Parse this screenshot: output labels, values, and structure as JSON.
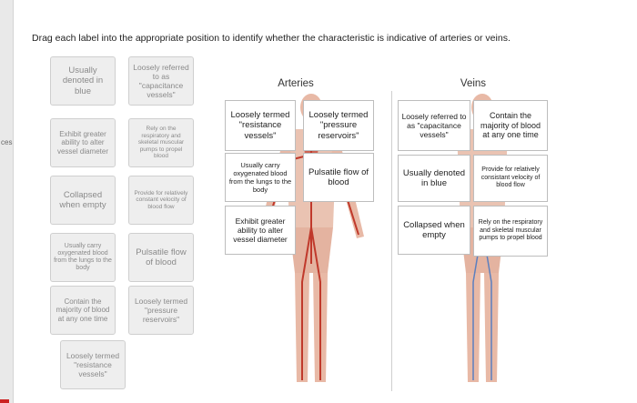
{
  "sidebar": {
    "edge_text": "ces"
  },
  "instructions": "Drag each label into the appropriate position to identify whether the characteristic is indicative of arteries or veins.",
  "bank": [
    {
      "text": "Usually denoted in blue"
    },
    {
      "text": "Loosely referred to as \"capacitance vessels\""
    },
    {
      "text": "Exhibit greater ability to alter vessel diameter"
    },
    {
      "text": "Rely on the respiratory and skeletal muscular pumps to propel blood"
    },
    {
      "text": "Collapsed when empty"
    },
    {
      "text": "Provide for relatively constant velocity of blood flow"
    },
    {
      "text": "Usually carry oxygenated blood from the lungs to the body"
    },
    {
      "text": "Pulsatile flow of blood"
    },
    {
      "text": "Contain the majority of blood at any one time"
    },
    {
      "text": "Loosely termed \"pressure reservoirs\""
    },
    {
      "text": "Loosely termed \"resistance vessels\""
    }
  ],
  "arteries": {
    "title": "Arteries",
    "slots": [
      {
        "text": "Loosely termed \"resistance vessels\""
      },
      {
        "text": "Loosely termed \"pressure reservoirs\""
      },
      {
        "text": "Usually carry oxygenated blood from the lungs to the body"
      },
      {
        "text": "Pulsatile flow of blood"
      },
      {
        "text": "Exhibit greater ability to alter vessel diameter"
      }
    ]
  },
  "veins": {
    "title": "Veins",
    "slots": [
      {
        "text": "Loosely referred to as \"capacitance vessels\""
      },
      {
        "text": "Contain the majority of blood at any one time"
      },
      {
        "text": "Usually denoted in blue"
      },
      {
        "text": "Provide for relatively consistant velocity of blood flow"
      },
      {
        "text": "Collapsed when empty"
      },
      {
        "text": "Rely on the respiratory and skeletal muscular pumps to propel blood"
      }
    ]
  },
  "colors": {
    "card_bg": "#eeeeee",
    "card_text": "#8a8a8a",
    "artery_red": "#c0392b",
    "skin": "#e8b9a6"
  }
}
